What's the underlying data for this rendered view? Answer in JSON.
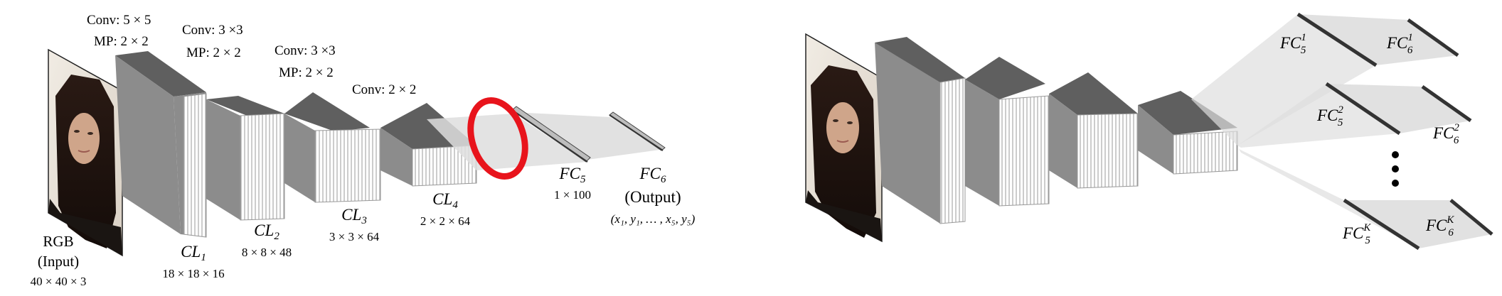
{
  "left": {
    "annotations": {
      "conv1": "Conv: 5 × 5",
      "mp1": "MP: 2 × 2",
      "conv2": "Conv: 3 ×3",
      "mp2": "MP: 2 × 2",
      "conv3": "Conv: 3 ×3",
      "mp3": "MP: 2 × 2",
      "conv4": "Conv: 2 × 2"
    },
    "input": {
      "line1": "RGB",
      "line2": "(Input)",
      "dims": "40 × 40 × 3"
    },
    "layers": [
      {
        "name": "CL",
        "sub": "1",
        "dims": "18 × 18 × 16"
      },
      {
        "name": "CL",
        "sub": "2",
        "dims": "8 × 8 × 48"
      },
      {
        "name": "CL",
        "sub": "3",
        "dims": "3 × 3 × 64"
      },
      {
        "name": "CL",
        "sub": "4",
        "dims": "2 × 2 × 64"
      }
    ],
    "fc5": {
      "name": "FC",
      "sub": "5",
      "dims": "1 × 100"
    },
    "fc6": {
      "name": "FC",
      "sub": "6",
      "line2": "(Output)",
      "dims": "(x₁, y₁, … , x₅, y₅)"
    }
  },
  "right": {
    "branches": [
      {
        "fc5": {
          "name": "FC",
          "sub": "5",
          "sup": "1"
        },
        "fc6": {
          "name": "FC",
          "sub": "6",
          "sup": "1"
        }
      },
      {
        "fc5": {
          "name": "FC",
          "sub": "5",
          "sup": "2"
        },
        "fc6": {
          "name": "FC",
          "sub": "6",
          "sup": "2"
        }
      },
      {
        "fc5": {
          "name": "FC",
          "sub": "5",
          "sup": "K"
        },
        "fc6": {
          "name": "FC",
          "sub": "6",
          "sup": "K"
        }
      }
    ]
  },
  "colors": {
    "front": "#8c8c8c",
    "top": "#5f5f5f",
    "side": "#ffffff",
    "fc_plane": "#dedede",
    "highlight_ring": "#e8141c"
  }
}
